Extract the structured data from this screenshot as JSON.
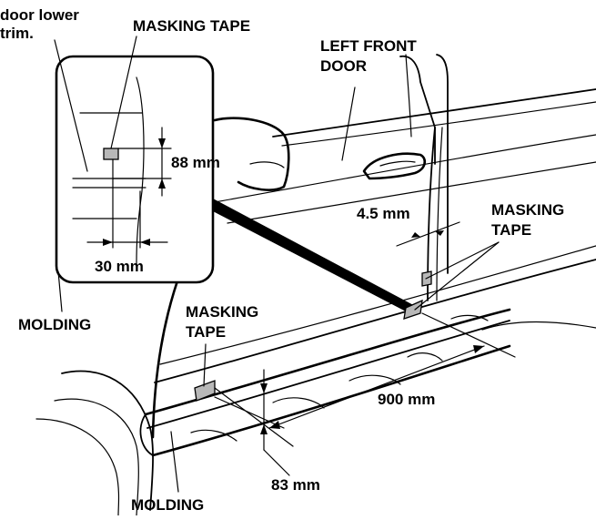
{
  "labels": {
    "door_lower_trim_line1": "door lower",
    "door_lower_trim_line2": "trim.",
    "masking_tape_inset": "MASKING TAPE",
    "left_front_door_line1": "LEFT FRONT",
    "left_front_door_line2": "DOOR",
    "dim_88": "88 mm",
    "dim_30": "30 mm",
    "dim_4_5": "4.5 mm",
    "masking_tape_right_line1": "MASKING",
    "masking_tape_right_line2": "TAPE",
    "molding_left": "MOLDING",
    "masking_tape_lower_line1": "MASKING",
    "masking_tape_lower_line2": "TAPE",
    "dim_900": "900 mm",
    "dim_83": "83 mm",
    "molding_bottom": "MOLDING"
  }
}
